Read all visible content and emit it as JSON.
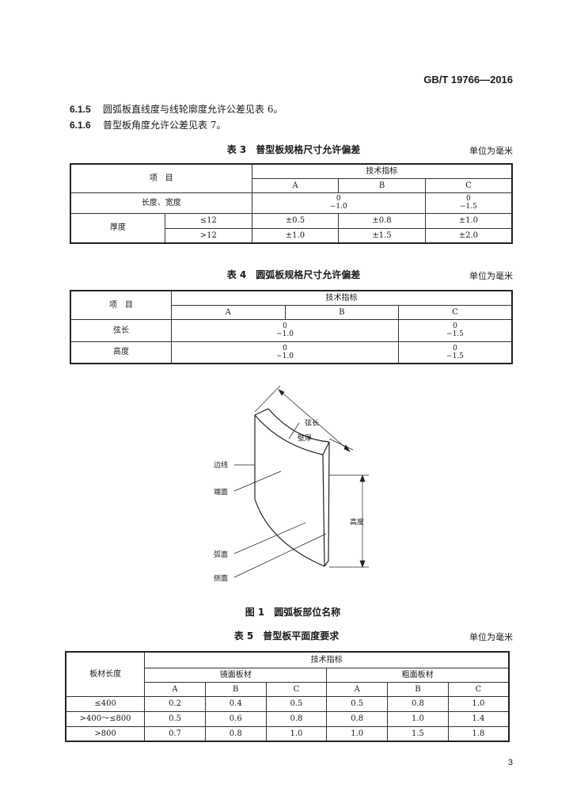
{
  "header": {
    "standard_code": "GB/T 19766—2016"
  },
  "clauses": [
    {
      "num": "6.1.5",
      "text": "圆弧板直线度与线轮廓度允许公差见表 6。"
    },
    {
      "num": "6.1.6",
      "text": "普型板角度允许公差见表 7。"
    }
  ],
  "table3": {
    "caption": "表 3　普型板规格尺寸允许偏差",
    "unit": "单位为毫米",
    "item_header": "项　目",
    "spec_header": "技术指标",
    "grades": [
      "A",
      "B",
      "C"
    ],
    "row_length": {
      "label": "长度、宽度",
      "ab": [
        "0",
        "−1.0"
      ],
      "c": [
        "0",
        "−1.5"
      ]
    },
    "row_thickness": {
      "label": "厚度",
      "sub": [
        {
          "cond": "≤12",
          "a": "±0.5",
          "b": "±0.8",
          "c": "±1.0"
        },
        {
          "cond": ">12",
          "a": "±1.0",
          "b": "±1.5",
          "c": "±2.0"
        }
      ]
    }
  },
  "table4": {
    "caption": "表 4　圆弧板规格尺寸允许偏差",
    "unit": "单位为毫米",
    "item_header": "项　目",
    "spec_header": "技术指标",
    "grades": [
      "A",
      "B",
      "C"
    ],
    "rows": [
      {
        "label": "弦长",
        "ab": [
          "0",
          "−1.0"
        ],
        "c": [
          "0",
          "−1.5"
        ]
      },
      {
        "label": "高度",
        "ab": [
          "0",
          "−1.0"
        ],
        "c": [
          "0",
          "−1.5"
        ]
      }
    ]
  },
  "figure1": {
    "caption": "图 1　圆弧板部位名称",
    "labels": {
      "chord": "弦长",
      "wall": "壁厚",
      "edge": "边线",
      "end_face": "端面",
      "height": "高度",
      "arc_face": "弧面",
      "side_face": "侧面"
    }
  },
  "table5": {
    "caption": "表 5　普型板平面度要求",
    "unit": "单位为毫米",
    "item_header": "板材长度",
    "spec_header": "技术指标",
    "group_mirror": "镜面板材",
    "group_rough": "粗面板材",
    "grades": [
      "A",
      "B",
      "C",
      "A",
      "B",
      "C"
    ],
    "rows": [
      {
        "label": "≤400",
        "values": [
          "0.2",
          "0.4",
          "0.5",
          "0.5",
          "0.8",
          "1.0"
        ]
      },
      {
        "label": ">400～≤800",
        "values": [
          "0.5",
          "0.6",
          "0.8",
          "0.8",
          "1.0",
          "1.4"
        ]
      },
      {
        "label": ">800",
        "values": [
          "0.7",
          "0.8",
          "1.0",
          "1.0",
          "1.5",
          "1.8"
        ]
      }
    ]
  },
  "footer": {
    "page_number": "3"
  }
}
